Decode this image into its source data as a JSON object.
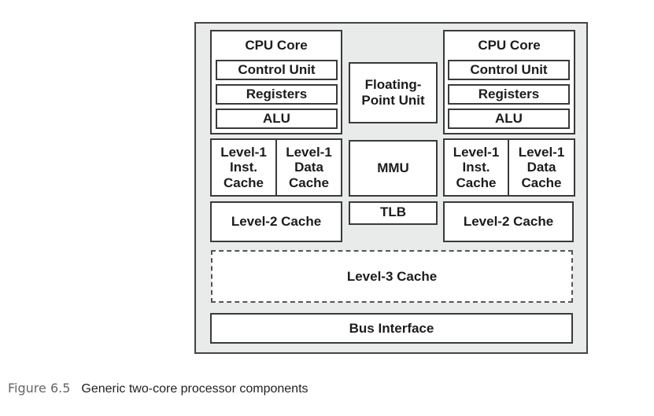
{
  "diagram": {
    "left_core": {
      "title": "CPU Core",
      "units": [
        "Control Unit",
        "Registers",
        "ALU"
      ],
      "l1_inst": [
        "Level-1",
        "Inst.",
        "Cache"
      ],
      "l1_data": [
        "Level-1",
        "Data",
        "Cache"
      ],
      "l2": "Level-2 Cache"
    },
    "right_core": {
      "title": "CPU Core",
      "units": [
        "Control Unit",
        "Registers",
        "ALU"
      ],
      "l1_inst": [
        "Level-1",
        "Inst.",
        "Cache"
      ],
      "l1_data": [
        "Level-1",
        "Data",
        "Cache"
      ],
      "l2": "Level-2 Cache"
    },
    "shared": {
      "fpu": [
        "Floating-",
        "Point Unit"
      ],
      "mmu": "MMU",
      "tlb": "TLB",
      "l3": "Level-3 Cache",
      "bus": "Bus Interface"
    }
  },
  "caption": {
    "figure_number": "Figure 6.5",
    "text": "Generic two-core processor components"
  }
}
